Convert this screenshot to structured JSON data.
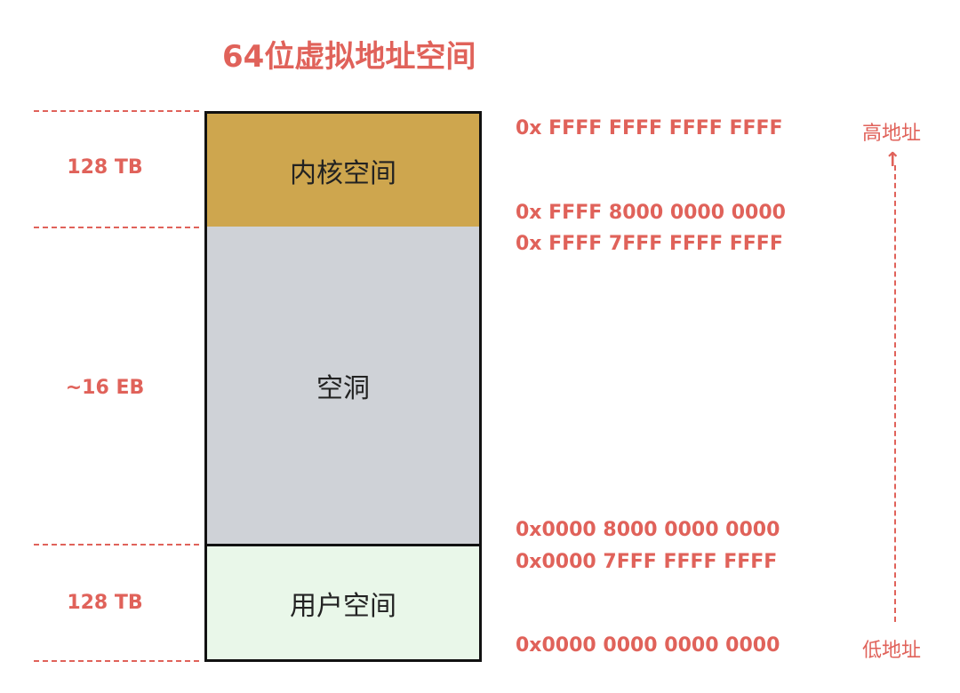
{
  "title": "64位虚拟地址空间",
  "regions": {
    "kernel": {
      "label": "内核空间",
      "size": "128 TB",
      "color": "#cea64e"
    },
    "hole": {
      "label": "空洞",
      "size": "~16 EB",
      "color": "#cfd2d7"
    },
    "user": {
      "label": "用户空间",
      "size": "128 TB",
      "color": "#e9f7e9"
    }
  },
  "addresses": {
    "kernel_top": "0x FFFF FFFF FFFF FFFF",
    "kernel_bottom": "0x FFFF 8000 0000 0000",
    "hole_top": "0x FFFF 7FFF FFFF FFFF",
    "hole_bottom": "0x0000 8000 0000 0000",
    "user_top": "0x0000 7FFF FFFF FFFF",
    "user_bottom": "0x0000 0000 0000 0000"
  },
  "axis": {
    "high_label": "高地址",
    "low_label": "低地址",
    "arrow_icon": "arrow-up-icon"
  },
  "colors": {
    "accent": "#e0625a",
    "border": "#111111"
  }
}
